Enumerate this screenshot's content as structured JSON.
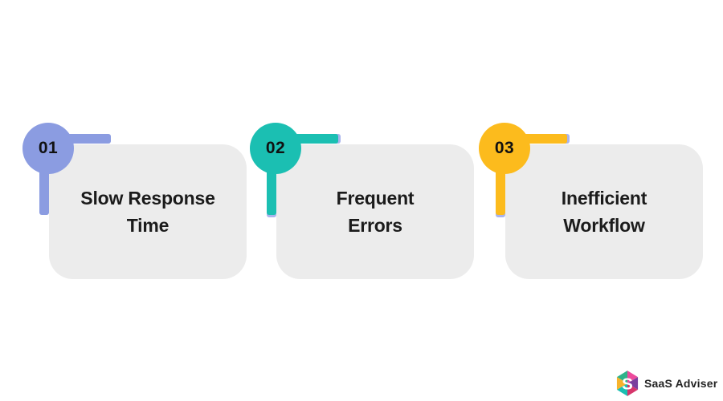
{
  "page": {
    "background_color": "#ffffff",
    "card_background_color": "#ECECEC",
    "title_text_color": "#1B1B1B",
    "number_text_color": "#111111",
    "connector_underlay_color": "#A9B4EC"
  },
  "items": [
    {
      "number": "01",
      "title": {
        "line1": "Slow Response",
        "line2": "Time"
      },
      "accent_color": "#8B9CE1"
    },
    {
      "number": "02",
      "title": {
        "line1": "Frequent",
        "line2": "Errors"
      },
      "accent_color": "#1BBFB2"
    },
    {
      "number": "03",
      "title": {
        "line1": "Inefficient",
        "line2": "Workflow"
      },
      "accent_color": "#FCBB1D"
    }
  ],
  "brand": {
    "name": "SaaS Adviser",
    "icon_letter": "S",
    "text_color": "#232323",
    "icon_colors": {
      "top_left": "#2FB38A",
      "top_right": "#ED4A9C",
      "right": "#7A3E9D",
      "bottom_right": "#D6356B",
      "bottom_left": "#1BBFB2",
      "left": "#F7B32B"
    }
  }
}
